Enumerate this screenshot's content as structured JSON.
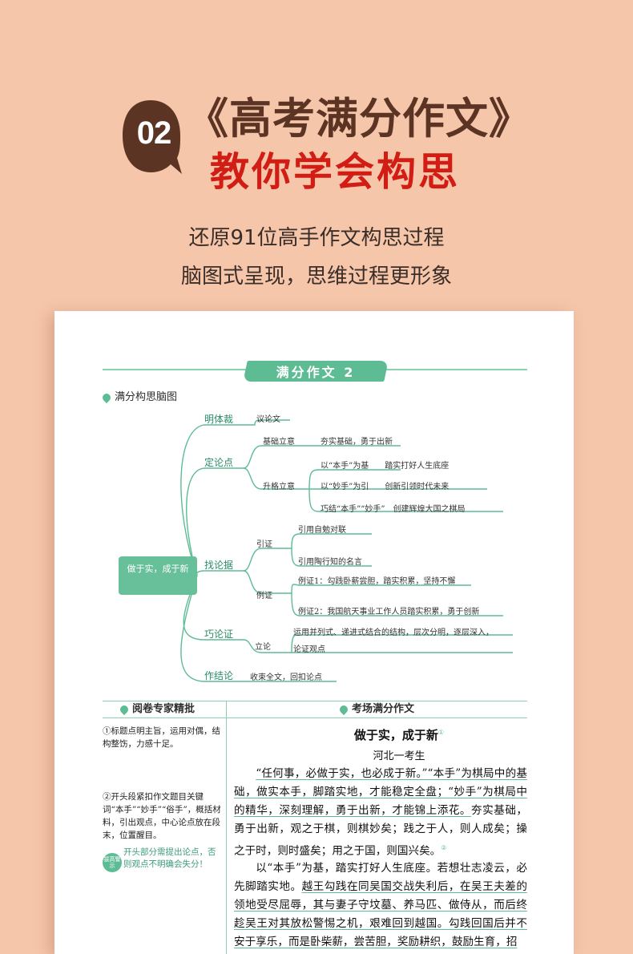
{
  "header": {
    "badge_number": "02",
    "title_line1": "《高考满分作文》",
    "title_line2": "教你学会构思",
    "subtitle_line1": "还原91位高手作文构思过程",
    "subtitle_line2": "脑图式呈现，思维过程更形象"
  },
  "paper": {
    "banner": "满分作文 2",
    "mindmap_section_title": "满分构思脑图",
    "mindmap": {
      "center": "做于实，成于新",
      "branches": [
        {
          "key": "明体裁",
          "items": [
            "议论文"
          ]
        },
        {
          "key": "定论点",
          "sub": [
            {
              "label": "基础立意",
              "items": [
                "夯实基础，勇于出新"
              ]
            },
            {
              "label": "升格立意",
              "items": [
                "以“本手”为基　　踏实打好人生底座",
                "以“妙手”为引　　创新引领时代未来",
                "巧结“本手”“妙手”　创建辉煌大国之棋局"
              ]
            }
          ]
        },
        {
          "key": "找论据",
          "sub": [
            {
              "label": "引证",
              "items": [
                "引用自勉对联",
                "引用陶行知的名言"
              ]
            },
            {
              "label": "例证",
              "items": [
                "例证1：勾践卧薪尝胆，踏实积累，坚持不懈",
                "例证2：我国航天事业工作人员踏实积累，勇于创新"
              ]
            }
          ]
        },
        {
          "key": "巧论证",
          "sub": [
            {
              "label": "立论",
              "items": [
                "运用并列式、递进式结合的结构，层次分明，逐层深入，",
                "论证观点"
              ]
            }
          ]
        },
        {
          "key": "作结论",
          "items": [
            "收束全文，回扣论点"
          ]
        }
      ]
    },
    "left_column": {
      "header": "阅卷专家精批",
      "notes": [
        "①标题点明主旨，运用对偶，结构整饬，力感十足。",
        "②开头段紧扣作文题目关键词“本手”“妙手”“俗手”，概括材料，引出观点，中心论点放在段末，位置醒目。"
      ],
      "tip_badge": "拔高警示",
      "tip": "开头部分需提出论点，否则观点不明确会失分！"
    },
    "right_column": {
      "header": "考场满分作文",
      "essay_title": "做于实，成于新",
      "essay_title_footnote": "①",
      "essay_author": "河北一考生",
      "paragraph1_lead": "“任何事，必做于实，也必成于新。”“本手”为棋局中的基础，做实本手，脚踏实地，才能稳定全盘；“妙手”为棋局中的精华，深刻理解，勇于出新，才能锦上添花。",
      "paragraph1_tail": "夯实基础，勇于出新，观之于棋，则棋妙矣；践之于人，则人成矣；操之于时，则时盛矣；用之于国，则国兴矣。",
      "paragraph1_footnote": "②",
      "paragraph2_lead": "以“本手”为基，踏实打好人生底座。若想壮志凌云，必先脚踏实地。",
      "paragraph2_tail": "越王勾践在同吴国交战失利后，在吴王夫差的领地受尽屈辱，其与妻子守坟墓、养马匹、做侍从，而后终趁吴王对其放松警惕之机，艰难回到越国。勾践回国后并不安于享乐，而是卧柴薪，尝苦胆，奖励耕织，鼓励生育，招"
    }
  },
  "colors": {
    "background": "#f6c6ab",
    "brown": "#5b3424",
    "red": "#d21d14",
    "green": "#5ebc95"
  }
}
